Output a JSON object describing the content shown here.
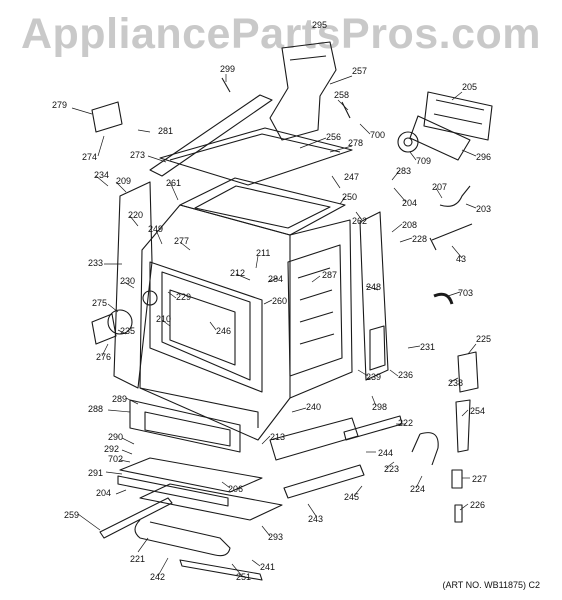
{
  "watermark": "AppliancePartsPros.com",
  "art_number": "(ART NO. WB11875) C2",
  "part_labels": [
    "295",
    "299",
    "257",
    "258",
    "205",
    "279",
    "281",
    "700",
    "256",
    "278",
    "709",
    "296",
    "274",
    "273",
    "234",
    "209",
    "261",
    "247",
    "283",
    "207",
    "220",
    "250",
    "204",
    "203",
    "262",
    "208",
    "228",
    "249",
    "277",
    "211",
    "233",
    "212",
    "284",
    "287",
    "43",
    "230",
    "248",
    "703",
    "275",
    "229",
    "260",
    "210",
    "246",
    "235",
    "276",
    "231",
    "225",
    "239",
    "236",
    "238",
    "289",
    "288",
    "240",
    "298",
    "222",
    "254",
    "213",
    "290",
    "292",
    "244",
    "702",
    "223",
    "291",
    "206",
    "227",
    "204",
    "245",
    "224",
    "243",
    "259",
    "226",
    "293",
    "221",
    "241",
    "242",
    "251"
  ]
}
